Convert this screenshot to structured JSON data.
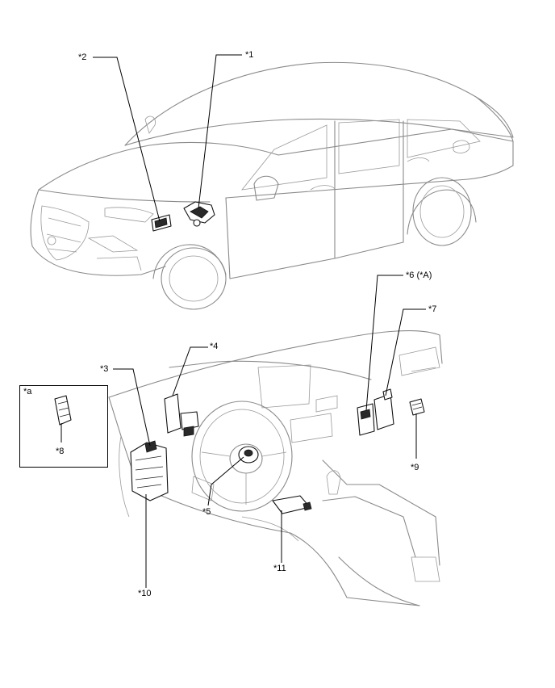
{
  "callouts": {
    "c1": "*1",
    "c2": "*2",
    "c3": "*3",
    "c4": "*4",
    "c5": "*5",
    "c6": "*6 (*A)",
    "c7": "*7",
    "c8": "*8",
    "c9": "*9",
    "c10": "*10",
    "c11": "*11",
    "ca": "*a"
  }
}
